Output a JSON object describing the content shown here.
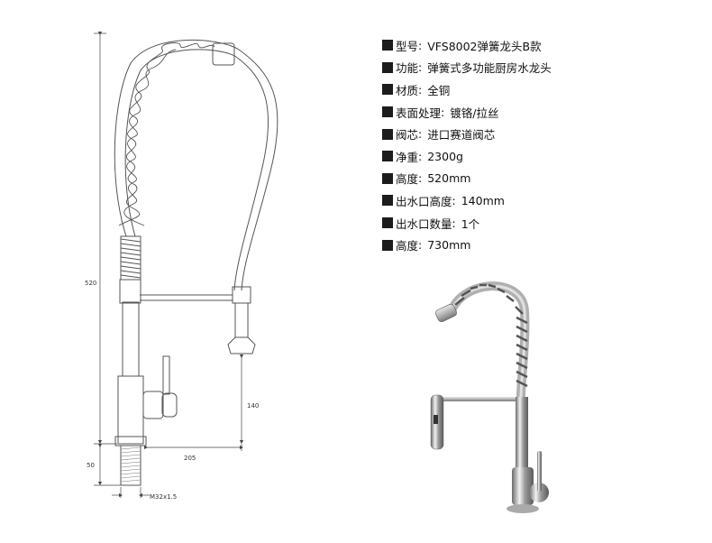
{
  "specs": [
    {
      "label": "型号",
      "sep": ":",
      "value": "VFS8002弹簧龙头B款"
    },
    {
      "label": "功能",
      "sep": ":",
      "value": "弹簧式多功能厨房水龙头"
    },
    {
      "label": "材质",
      "sep": ":",
      "value": "全铜"
    },
    {
      "label": "表面处理",
      "sep": ":",
      "value": "镀铬/拉丝"
    },
    {
      "label": "阀芯",
      "sep": ":",
      "value": "进口赛道阀芯"
    },
    {
      "label": "净重",
      "sep": ":",
      "value": "2300g"
    },
    {
      "label": "高度",
      "sep": ":",
      "value": "520mm"
    },
    {
      "label": "出水口高度",
      "sep": ":",
      "value": "140mm"
    },
    {
      "label": "出水口数量",
      "sep": ":",
      "value": "1个"
    },
    {
      "label": "高度",
      "sep": ":",
      "value": "730mm"
    }
  ],
  "dimensions": {
    "total_height": "520",
    "base_height": "50",
    "spout_height": "140",
    "reach": "205",
    "thread": "M32x1.5"
  },
  "colors": {
    "line": "#555555",
    "dim_line": "#444444",
    "chrome_dark": "#6a6a6a",
    "chrome_light": "#e8e8e8"
  }
}
